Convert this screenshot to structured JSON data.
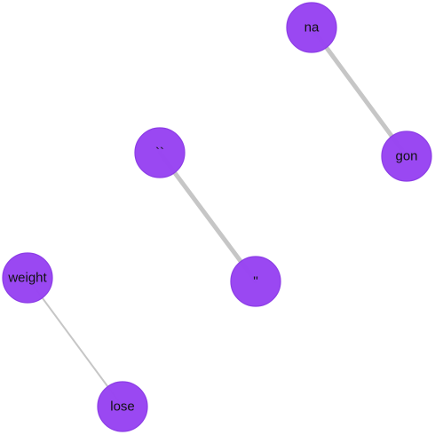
{
  "graph": {
    "nodes": [
      {
        "id": "na",
        "label": "na"
      },
      {
        "id": "gon",
        "label": "gon"
      },
      {
        "id": "open_quote",
        "label": "``"
      },
      {
        "id": "close_quote",
        "label": "''"
      },
      {
        "id": "weight",
        "label": "weight"
      },
      {
        "id": "lose",
        "label": "lose"
      }
    ],
    "edges": [
      {
        "source": "na",
        "target": "gon",
        "weight": "strong"
      },
      {
        "source": "open_quote",
        "target": "close_quote",
        "weight": "strong"
      },
      {
        "source": "weight",
        "target": "lose",
        "weight": "light"
      }
    ],
    "colors": {
      "node_fill": "#9945f2",
      "edge": "#c6c6c6",
      "label": "#111111"
    }
  }
}
